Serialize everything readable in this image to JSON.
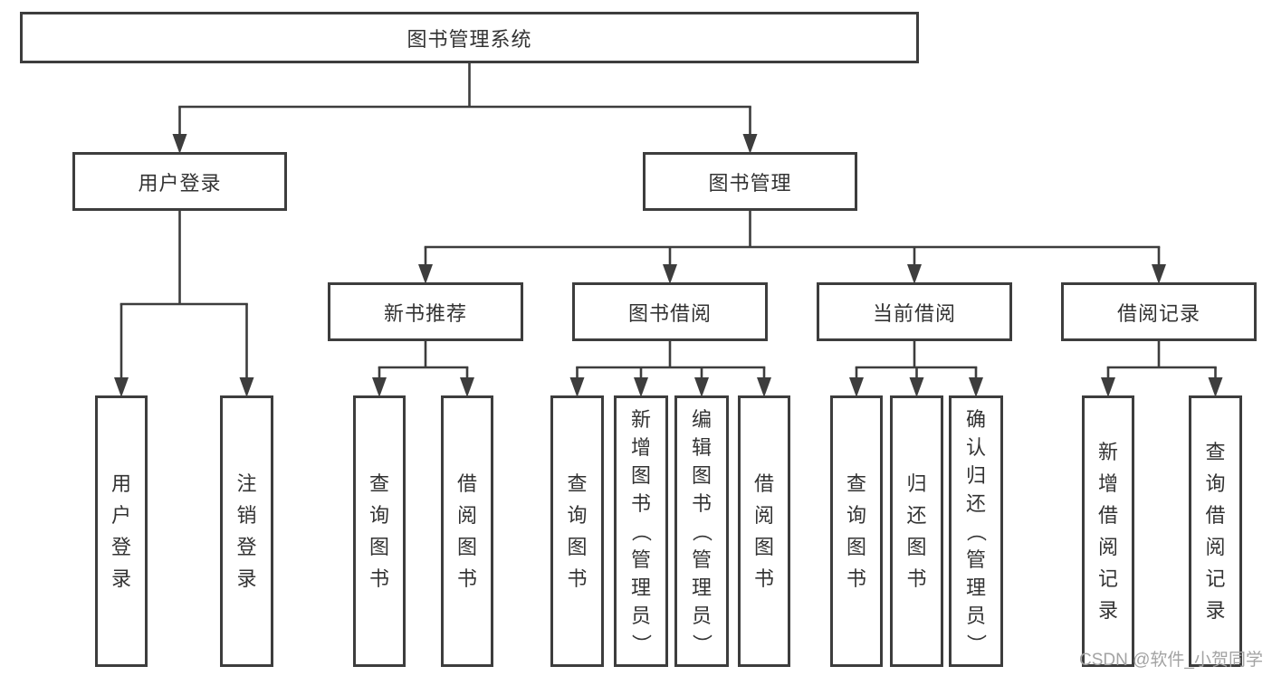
{
  "diagram": {
    "watermark": "CSDN @软件_小贺同学",
    "colors": {
      "line": "#3d3d3d",
      "box_border": "#3d3d3d",
      "box_fill": "#ffffff",
      "text": "#333333",
      "watermark_text": "#a3a3a3"
    },
    "nodes": [
      {
        "id": "library-system",
        "label": "图书管理系统",
        "parent": null
      },
      {
        "id": "user-login",
        "label": "用户登录",
        "parent": "library-system"
      },
      {
        "id": "book-management",
        "label": "图书管理",
        "parent": "library-system"
      },
      {
        "id": "new-book-recommend",
        "label": "新书推荐",
        "parent": "book-management"
      },
      {
        "id": "book-borrowing",
        "label": "图书借阅",
        "parent": "book-management"
      },
      {
        "id": "current-borrowing",
        "label": "当前借阅",
        "parent": "book-management"
      },
      {
        "id": "borrowing-records",
        "label": "借阅记录",
        "parent": "book-management"
      },
      {
        "id": "leaf-user-login",
        "label": "用户登录",
        "parent": "user-login"
      },
      {
        "id": "leaf-logout-login",
        "label": "注销登录",
        "parent": "user-login"
      },
      {
        "id": "leaf-recommend-query-books",
        "label": "查询图书",
        "parent": "new-book-recommend"
      },
      {
        "id": "leaf-recommend-borrow-books",
        "label": "借阅图书",
        "parent": "new-book-recommend"
      },
      {
        "id": "leaf-borrowing-query-books",
        "label": "查询图书",
        "parent": "book-borrowing"
      },
      {
        "id": "leaf-borrowing-add-books-admin",
        "label": "新增图书（管理员）",
        "parent": "book-borrowing"
      },
      {
        "id": "leaf-borrowing-edit-books-admin",
        "label": "编辑图书（管理员）",
        "parent": "book-borrowing"
      },
      {
        "id": "leaf-borrowing-borrow-books",
        "label": "借阅图书",
        "parent": "book-borrowing"
      },
      {
        "id": "leaf-current-query-books",
        "label": "查询图书",
        "parent": "current-borrowing"
      },
      {
        "id": "leaf-current-return-books",
        "label": "归还图书",
        "parent": "current-borrowing"
      },
      {
        "id": "leaf-current-confirm-return-admin",
        "label": "确认归还（管理员）",
        "parent": "current-borrowing"
      },
      {
        "id": "leaf-records-add-record",
        "label": "新增借阅记录",
        "parent": "borrowing-records"
      },
      {
        "id": "leaf-records-query-record",
        "label": "查询借阅记录",
        "parent": "borrowing-records"
      }
    ]
  }
}
